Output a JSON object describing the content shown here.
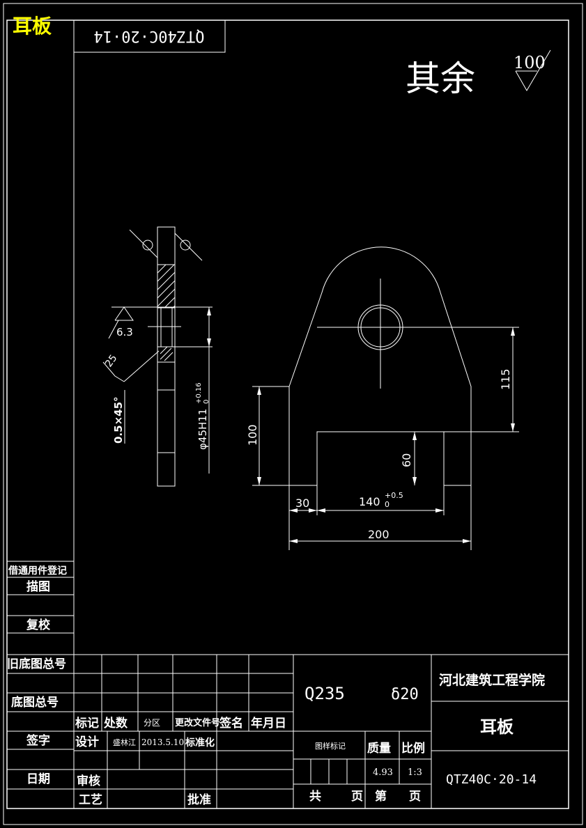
{
  "corner_label": "耳板",
  "top_code_flipped": "QTZ40C·20·14",
  "roughness_note": {
    "text": "其余",
    "value": "100"
  },
  "side_view": {
    "roughness_6_3": "6.3",
    "roughness_25": "25",
    "chamfer": "0.5×45°",
    "bore_dim": "φ45H11",
    "bore_tol_upper": "+0.16",
    "bore_tol_lower": "0"
  },
  "front_view": {
    "dim_115": "115",
    "dim_100": "100",
    "dim_60": "60",
    "dim_140": "140",
    "tol_140_upper": "+0.5",
    "tol_140_lower": "0",
    "dim_30": "30",
    "dim_200": "200"
  },
  "side_panel": {
    "borrow_register": "借通用件登记",
    "trace": "描图",
    "recheck": "复校",
    "old_base_no": "旧底图总号",
    "base_no": "底图总号",
    "signature": "签字",
    "date": "日期"
  },
  "title_block": {
    "mark": "标记",
    "place_count": "处数",
    "zone": "分区",
    "change_doc": "更改文件号",
    "sign": "签名",
    "ymd": "年月日",
    "design": "设计",
    "designer": "盛林江",
    "design_date": "2013.5.10",
    "standardize": "标准化",
    "review": "审核",
    "process": "工艺",
    "approve": "批准",
    "material": "Q235",
    "thickness": "δ20",
    "stage_mark": "图样标记",
    "mass": "质量",
    "scale": "比例",
    "mass_value": "4.93",
    "scale_value": "1:3",
    "total": "共",
    "page": "页",
    "sheet": "第",
    "page2": "页",
    "school": "河北建筑工程学院",
    "part_name": "耳板",
    "drawing_no": "QTZ40C·20-14"
  }
}
